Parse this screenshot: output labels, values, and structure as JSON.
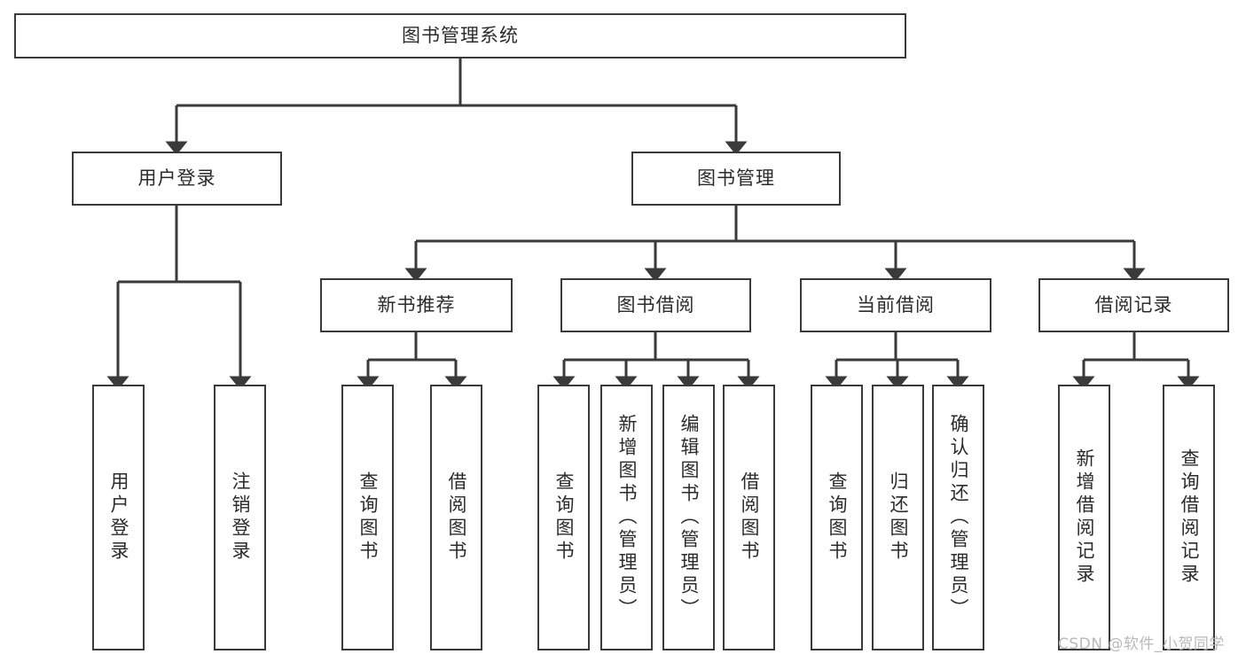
{
  "diagram": {
    "title": "图书管理系统",
    "type": "tree-hierarchy-flowchart",
    "colors": {
      "box_border": "#3a3a3a",
      "box_fill": "#ffffff",
      "connector": "#3a3a3a",
      "text": "#2b2b2b",
      "watermark": "#b9b9b9",
      "background": "#ffffff"
    },
    "root": {
      "label": "图书管理系统"
    },
    "level2": [
      {
        "label": "用户登录"
      },
      {
        "label": "图书管理"
      }
    ],
    "level3": [
      {
        "label": "新书推荐"
      },
      {
        "label": "图书借阅"
      },
      {
        "label": "当前借阅"
      },
      {
        "label": "借阅记录"
      }
    ],
    "leaves": {
      "user_login": [
        {
          "label": "用户登录"
        },
        {
          "label": "注销登录"
        }
      ],
      "new_book_recommend": [
        {
          "label": "查询图书"
        },
        {
          "label": "借阅图书"
        }
      ],
      "book_borrow": [
        {
          "label": "查询图书"
        },
        {
          "label": "新增图书（管理员）"
        },
        {
          "label": "编辑图书（管理员）"
        },
        {
          "label": "借阅图书"
        }
      ],
      "current_borrow": [
        {
          "label": "查询图书"
        },
        {
          "label": "归还图书"
        },
        {
          "label": "确认归还（管理员）"
        }
      ],
      "borrow_record": [
        {
          "label": "新增借阅记录"
        },
        {
          "label": "查询借阅记录"
        }
      ]
    }
  },
  "watermark": {
    "text": "CSDN @软件_小贺同学"
  }
}
